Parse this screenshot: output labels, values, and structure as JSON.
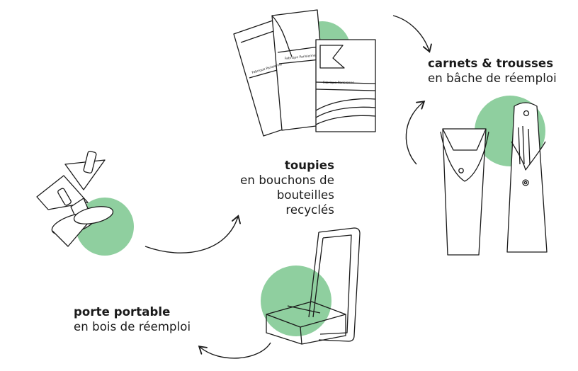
{
  "colors": {
    "accent_green": "#8fcf9f",
    "ink": "#1a1a1a",
    "background": "#ffffff"
  },
  "products": [
    {
      "title": "carnets & trousses",
      "subtitle": "en bâche de réemploi"
    },
    {
      "title": "toupies",
      "subtitle_line1": "en bouchons de",
      "subtitle_line2": "bouteilles recyclés"
    },
    {
      "title": "porte portable",
      "subtitle": "en bois de réemploi"
    }
  ],
  "notebook_brand_text": "Fabrique Parisienne",
  "icons": [
    "notebooks-illustration",
    "pencil-cases-illustration",
    "spinning-tops-illustration",
    "phone-stand-illustration",
    "curved-arrow-icon"
  ]
}
